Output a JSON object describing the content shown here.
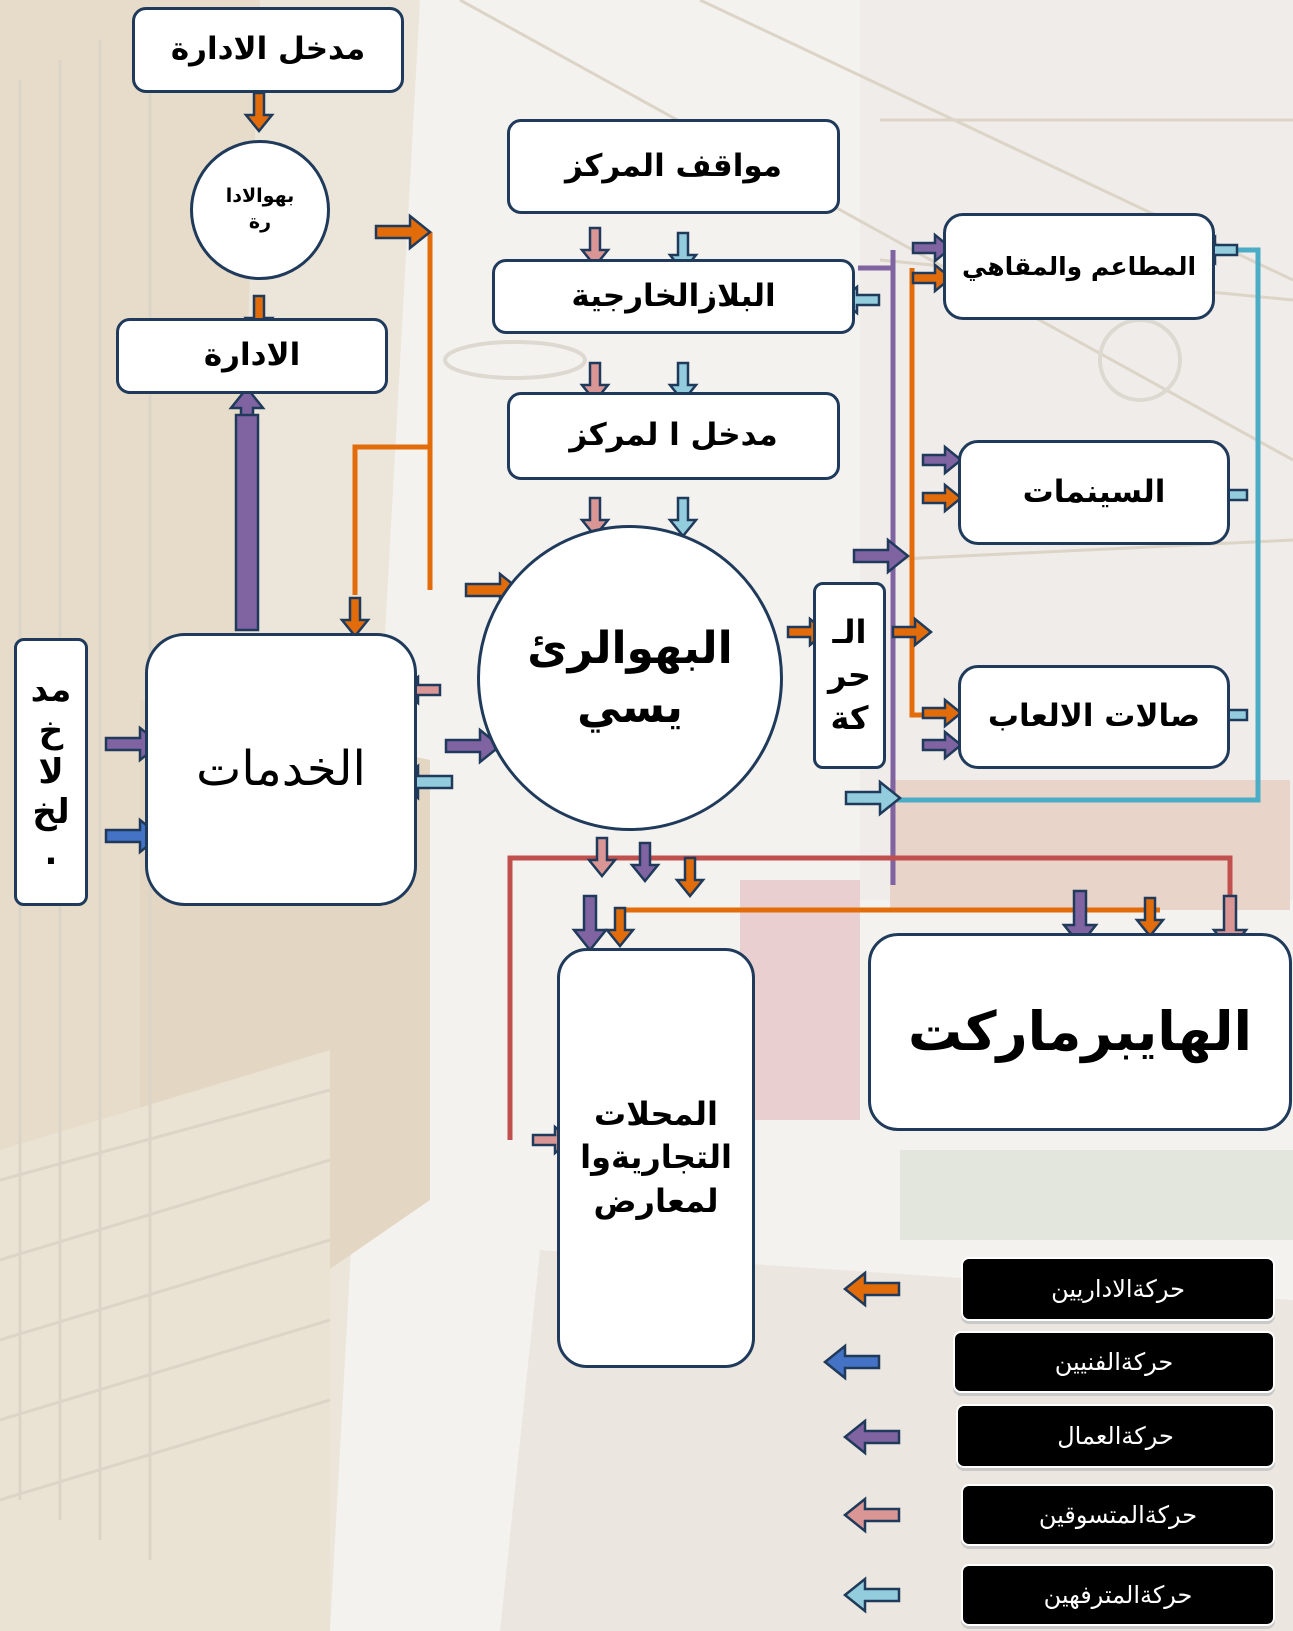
{
  "nodes": {
    "admin_entrance": "مدخل  الادارة",
    "admin_lobby": "بهوالادا\nرة",
    "administration": "الادارة",
    "center_parking": "مواقف  المركز",
    "outer_plaza": "البلازالخارجية",
    "center_entrance": "مدخل ا لمركز",
    "main_lobby": "البهوالرئ\nيسي",
    "circulation": "الـ\nحر\nكة",
    "services": "الخدمات",
    "service_entrance": "مد\nخ\nلا\nلخ\n.",
    "restaurants": "المطاعم والمقاهي",
    "cinemas": "السينمات",
    "game_halls": "صالات الالعاب",
    "shops": "المحلات\nالتجاريةوا\nلمعارض",
    "hypermarket": "الهايبرماركت"
  },
  "legend": [
    {
      "label": "حركةالاداريين",
      "color": "#e36c0a"
    },
    {
      "label": "حركةالفنيين",
      "color": "#4472c4"
    },
    {
      "label": "حركةالعمال",
      "color": "#8064a2"
    },
    {
      "label": "حركةالمتسوقين",
      "color": "#d99694"
    },
    {
      "label": "حركةالمترفهين",
      "color": "#93cddd"
    }
  ],
  "colors": {
    "administrators": "#e36c0a",
    "technicians": "#4472c4",
    "workers": "#8064a2",
    "shoppers": "#d99694",
    "visitors": "#93cddd",
    "node_border": "#1f3a5a",
    "shop_line": "#c0504d"
  }
}
